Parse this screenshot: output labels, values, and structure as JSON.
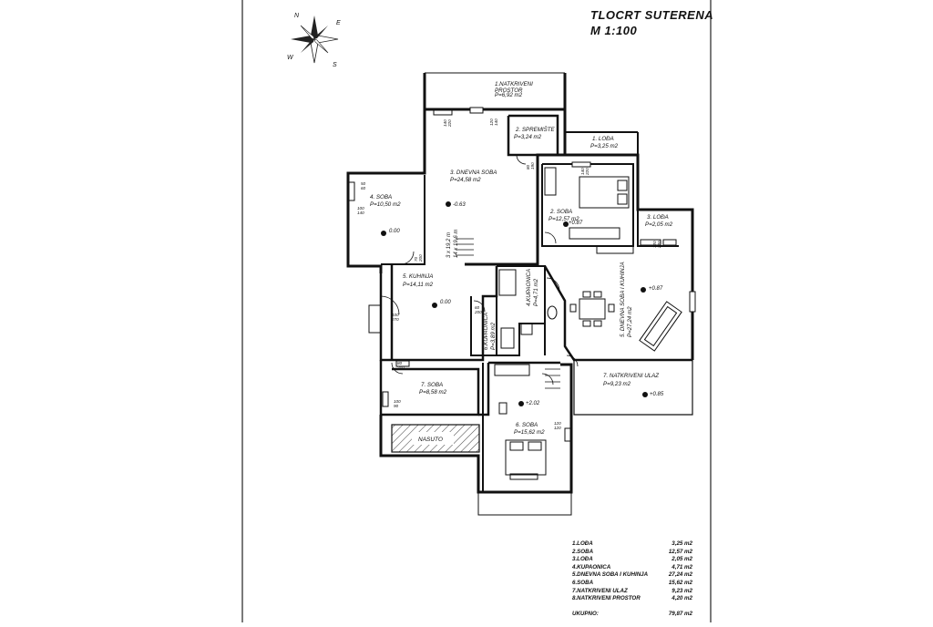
{
  "title": {
    "line1": "TLOCRT SUTERENA",
    "line2": "M 1:100"
  },
  "compass": {
    "n": "N",
    "e": "E",
    "s": "S",
    "w": "W"
  },
  "rooms": {
    "natkriveni_prostor": {
      "name": "1.NATKRIVENI\nPROSTOR",
      "area": "P=6,92 m2"
    },
    "spremiste": {
      "name": "2. SPREMIŠTE",
      "area": "P=3,24 m2"
    },
    "loda1": {
      "name": "1. LOĐA",
      "area": "P=3,25 m2"
    },
    "dnevna_soba": {
      "name": "3. DNEVNA SOBA",
      "area": "P=24,58 m2"
    },
    "soba4": {
      "name": "4. SOBA",
      "area": "P=10,50 m2"
    },
    "soba2": {
      "name": "2. SOBA",
      "area": "P=12,57 m2"
    },
    "loda3": {
      "name": "3. LOĐA",
      "area": "P=2,05 m2"
    },
    "kuhinja": {
      "name": "5.      KUHINJA",
      "area": "P=14,11 m2"
    },
    "kupaonica4": {
      "name": "4.KUPAONICA",
      "area": "P=4,71 m2"
    },
    "kupaonica6": {
      "name": "6.KUPAONICA",
      "area": "P=3,89 m2"
    },
    "dnevna_kuhinja": {
      "name": "5. DNEVNA SOBA I KUHINJA",
      "area": "P=27,24 m2"
    },
    "soba7": {
      "name": "7. SOBA",
      "area": "P=8,58 m2"
    },
    "natkriveni_ulaz": {
      "name": "7. NATKRIVENI ULAZ",
      "area": "P=9,23 m2"
    },
    "soba6": {
      "name": "6. SOBA",
      "area": "P=15,62 m2"
    },
    "nasuto": {
      "name": "NASUTO"
    }
  },
  "levels": [
    "-0.63",
    "0.00",
    "+0.87",
    "0.00",
    "+0.87",
    "+2.02",
    "+0.85"
  ],
  "dimensions": {
    "d120_140": "120\n140",
    "d140_220_a": "140\n220",
    "d80_190": "80\n190",
    "d140_220_b": "140\n220",
    "d50_60": "50\n60",
    "d100_140": "100\n140",
    "d70_200": "70\n200",
    "d120_220": "120\n220",
    "d100_270": "100\n270",
    "d60_200": "60\n200",
    "d80_210": "80\n210",
    "d100_90": "100\n90",
    "d120_120": "120\n120",
    "stair1": "3 x 19,2 m",
    "stair2": "14 x 19,6 m"
  },
  "legend": {
    "items": [
      {
        "name": "1.LOĐA",
        "area": "3,25 m2"
      },
      {
        "name": "2.SOBA",
        "area": "12,57 m2"
      },
      {
        "name": "3.LOĐA",
        "area": "2,05 m2"
      },
      {
        "name": "4.KUPAONICA",
        "area": "4,71 m2"
      },
      {
        "name": "5.DNEVNA SOBA I KUHINJA",
        "area": "27,24 m2"
      },
      {
        "name": "6.SOBA",
        "area": "15,62 m2"
      },
      {
        "name": "7.NATKRIVENI ULAZ",
        "area": "9,23 m2"
      },
      {
        "name": "8.NATKRIVENI PROSTOR",
        "area": "4,20 m2"
      }
    ],
    "total_label": "UKUPNO:",
    "total_value": "79,87 m2"
  },
  "colors": {
    "frame": "#222222",
    "wall": "#111111",
    "hatch": "#333333"
  }
}
